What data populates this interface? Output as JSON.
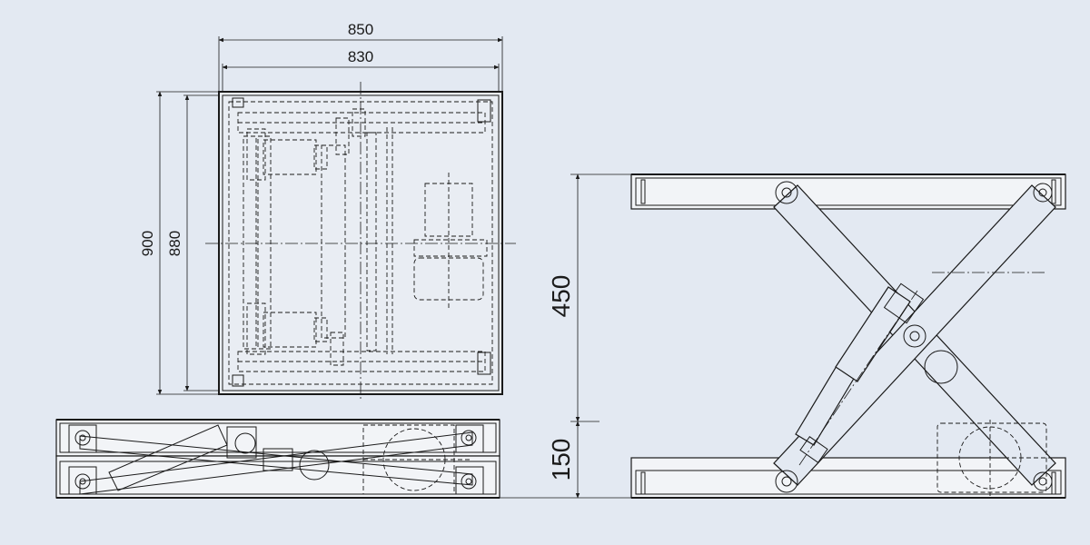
{
  "dimensions": {
    "top_width_outer": "850",
    "top_width_inner": "830",
    "top_height_outer": "900",
    "top_height_inner": "880",
    "lifted_height": "450",
    "closed_height": "150"
  }
}
